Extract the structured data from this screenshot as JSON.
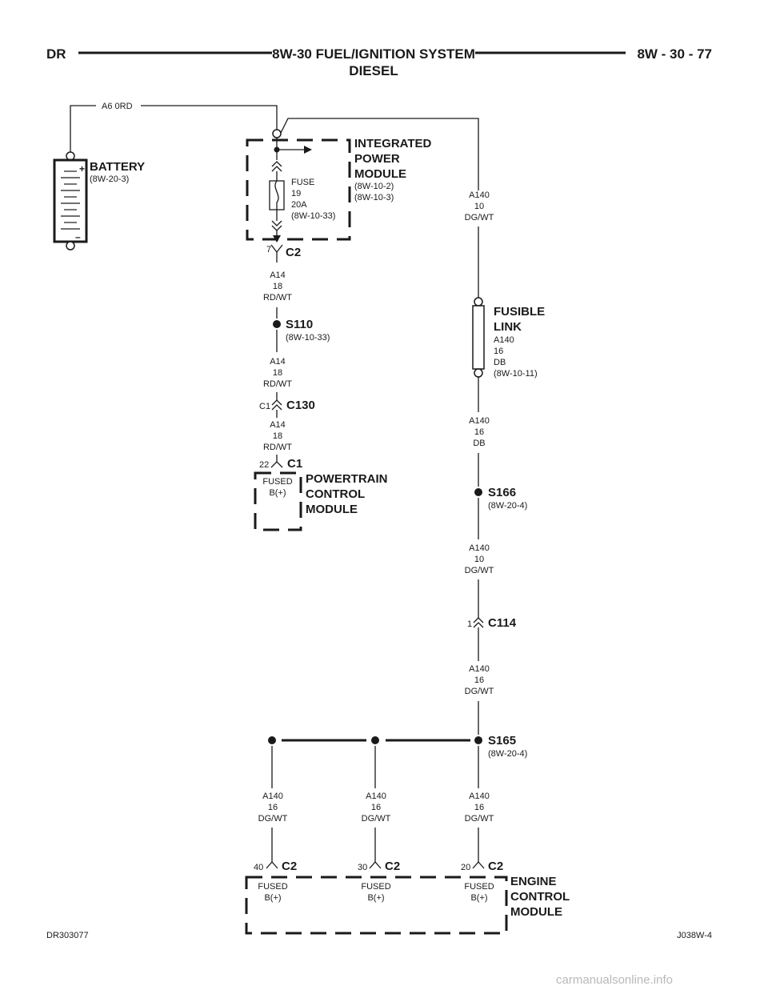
{
  "header": {
    "left": "DR",
    "title_line1": "8W-30 FUEL/IGNITION SYSTEM",
    "title_line2": "DIESEL",
    "right": "8W - 30 - 77"
  },
  "battery": {
    "circuit": "A6   0RD",
    "name": "BATTERY",
    "ref": "(8W-20-3)",
    "plus": "+",
    "minus": "–"
  },
  "ipm": {
    "name_l1": "INTEGRATED",
    "name_l2": "POWER",
    "name_l3": "MODULE",
    "ref1": "(8W-10-2)",
    "ref2": "(8W-10-3)",
    "fuse_l1": "FUSE",
    "fuse_l2": "19",
    "fuse_l3": "20A",
    "fuse_l4": "(8W-10-33)"
  },
  "c2_top": {
    "pin": "7",
    "name": "C2"
  },
  "wire_a14_1": {
    "circuit": "A14",
    "gauge": "18",
    "color": "RD/WT"
  },
  "s110": {
    "name": "S110",
    "ref": "(8W-10-33)"
  },
  "wire_a14_2": {
    "circuit": "A14",
    "gauge": "18",
    "color": "RD/WT"
  },
  "c130": {
    "pin": "C1",
    "name": "C130"
  },
  "wire_a14_3": {
    "circuit": "A14",
    "gauge": "18",
    "color": "RD/WT"
  },
  "pcm": {
    "pin": "22",
    "connector": "C1",
    "fused_l1": "FUSED",
    "fused_l2": "B(+)",
    "name_l1": "POWERTRAIN",
    "name_l2": "CONTROL",
    "name_l3": "MODULE"
  },
  "wire_a140_top": {
    "circuit": "A140",
    "gauge": "10",
    "color": "DG/WT"
  },
  "fusible_link": {
    "name_l1": "FUSIBLE",
    "name_l2": "LINK",
    "circuit": "A140",
    "gauge": "16",
    "color": "DB",
    "ref": "(8W-10-11)"
  },
  "wire_a140_db": {
    "circuit": "A140",
    "gauge": "16",
    "color": "DB"
  },
  "s166": {
    "name": "S166",
    "ref": "(8W-20-4)"
  },
  "wire_a140_mid": {
    "circuit": "A140",
    "gauge": "10",
    "color": "DG/WT"
  },
  "c114": {
    "pin": "1",
    "name": "C114"
  },
  "wire_a140_low": {
    "circuit": "A140",
    "gauge": "16",
    "color": "DG/WT"
  },
  "s165": {
    "name": "S165",
    "ref": "(8W-20-4)"
  },
  "ecm_branches": [
    {
      "circuit": "A140",
      "gauge": "16",
      "color": "DG/WT",
      "pin": "40",
      "connector": "C2",
      "fused_l1": "FUSED",
      "fused_l2": "B(+)"
    },
    {
      "circuit": "A140",
      "gauge": "16",
      "color": "DG/WT",
      "pin": "30",
      "connector": "C2",
      "fused_l1": "FUSED",
      "fused_l2": "B(+)"
    },
    {
      "circuit": "A140",
      "gauge": "16",
      "color": "DG/WT",
      "pin": "20",
      "connector": "C2",
      "fused_l1": "FUSED",
      "fused_l2": "B(+)"
    }
  ],
  "ecm": {
    "name_l1": "ENGINE",
    "name_l2": "CONTROL",
    "name_l3": "MODULE"
  },
  "footer": {
    "left": "DR303077",
    "right": "J038W-4"
  },
  "watermark": "carmanualsonline.info"
}
